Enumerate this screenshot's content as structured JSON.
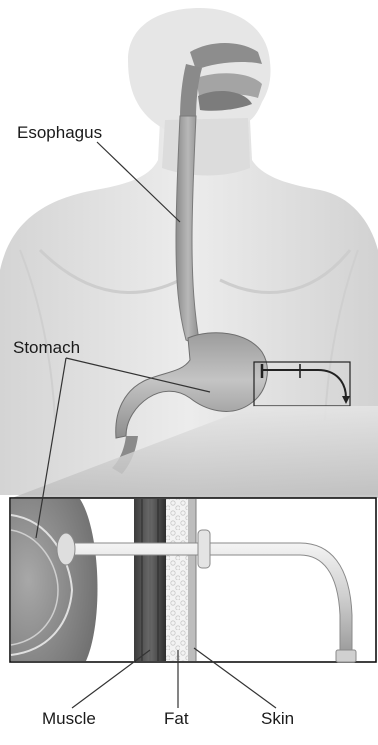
{
  "labels": {
    "esophagus": "Esophagus",
    "stomach": "Stomach",
    "muscle": "Muscle",
    "fat": "Fat",
    "skin": "Skin"
  },
  "colors": {
    "body": "#e2e2e2",
    "body_shadow": "#cfcfcf",
    "tract": "#9a9a9a",
    "tract_dark": "#6e6e6e",
    "detail_bg": "#ffffff",
    "muscle": "#4a4a4a",
    "fat": "#f2f2f2",
    "tube": "#d8d8d8",
    "leader": "#333333"
  }
}
